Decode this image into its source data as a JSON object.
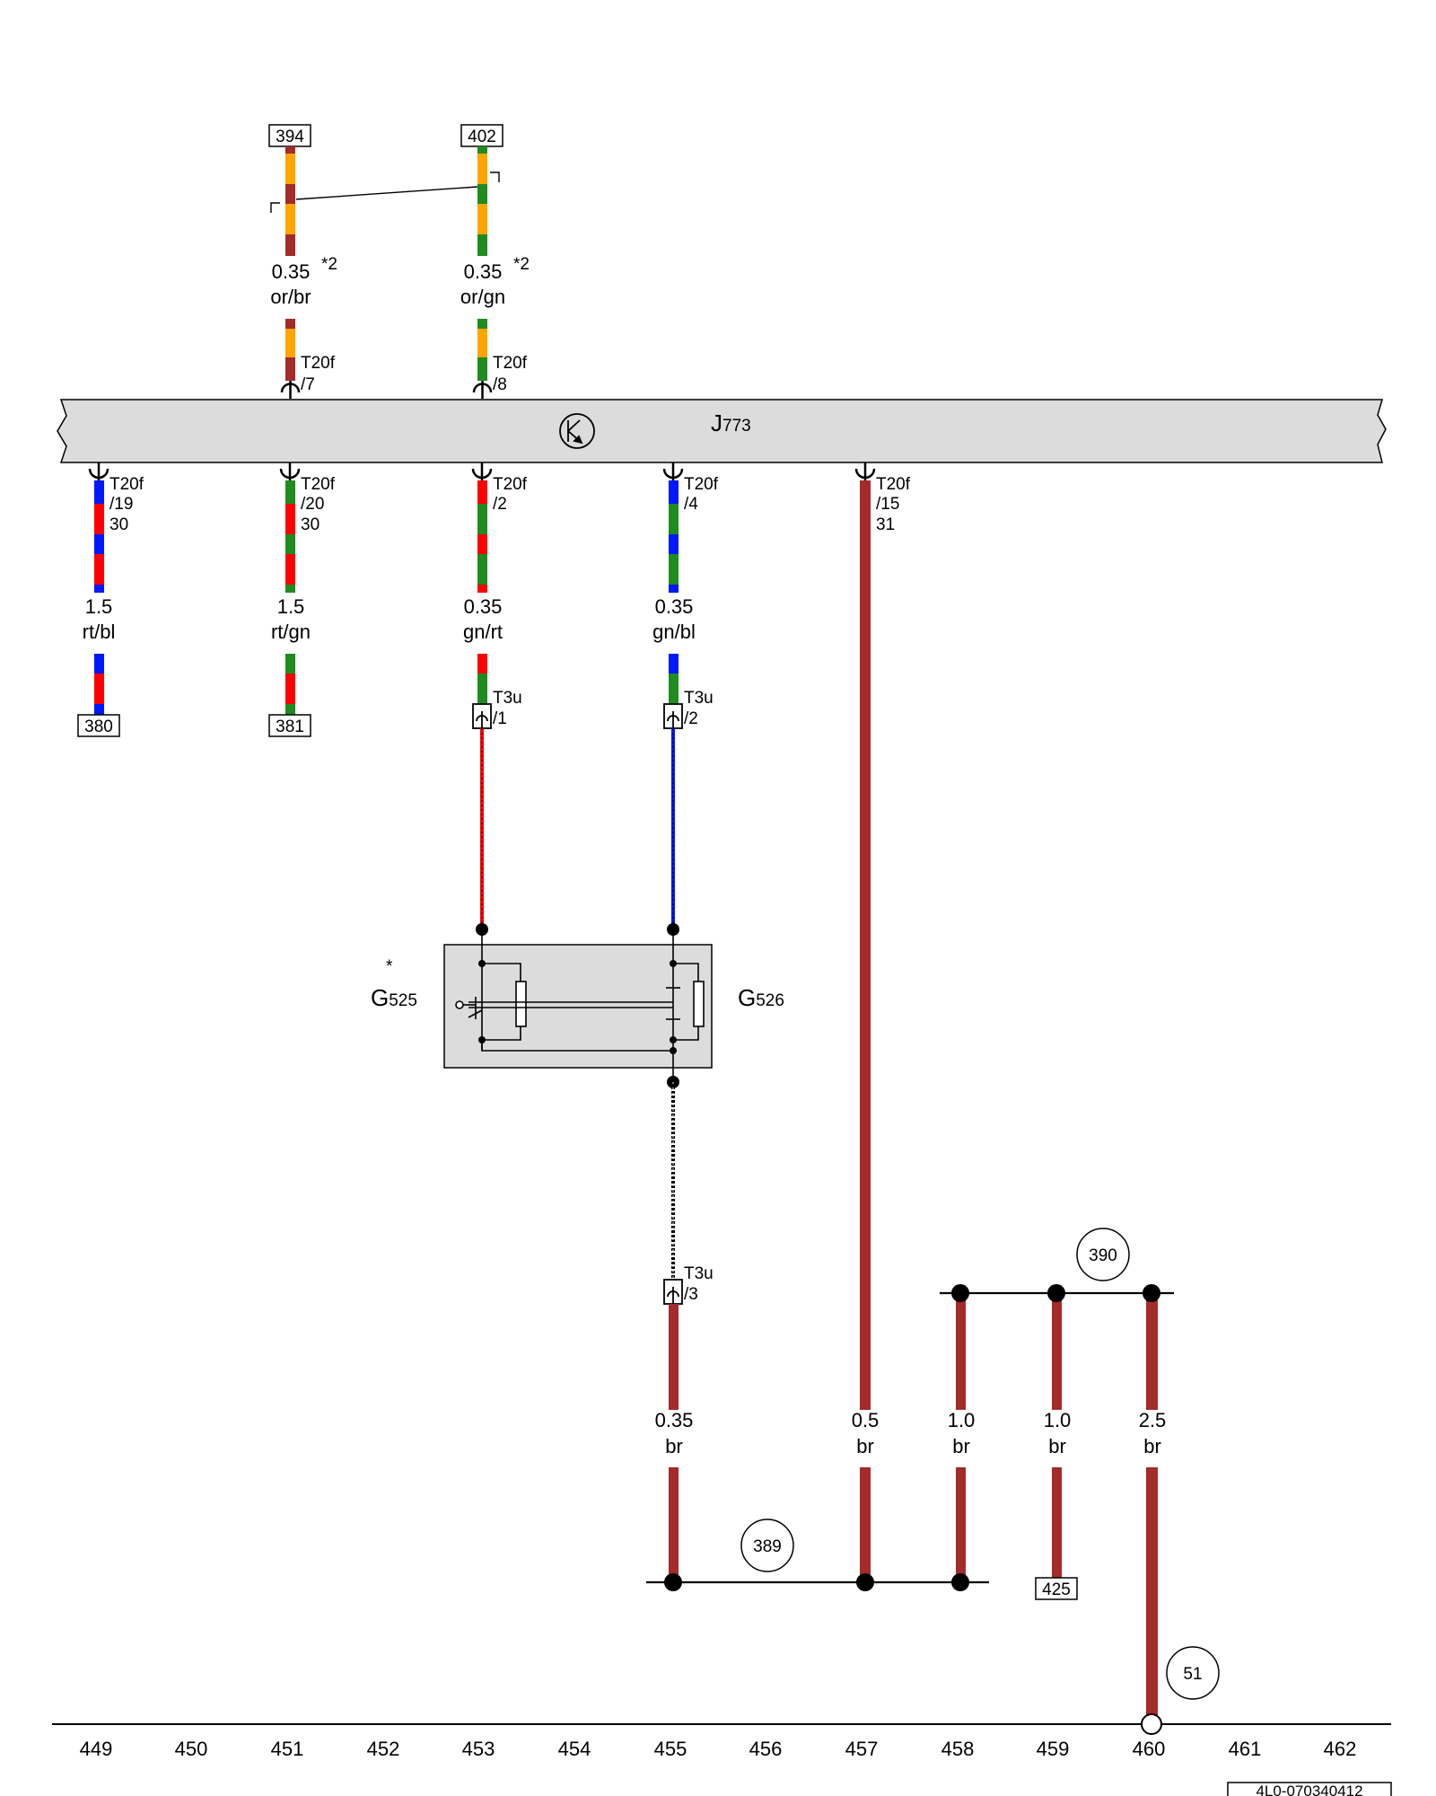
{
  "colors": {
    "or": "#FFA500",
    "br": "#A52A2A",
    "gn": "#1E8C1E",
    "rt": "#FF0000",
    "bl": "#0018FF",
    "black": "#000000",
    "unit_fill": "#DCDCDC"
  },
  "top_refs": [
    "394",
    "402"
  ],
  "top_wires": [
    {
      "size": "0.35",
      "code": "or/br",
      "note": "*2",
      "pin_name": "T20f",
      "pin_no": "/7"
    },
    {
      "size": "0.35",
      "code": "or/gn",
      "note": "*2",
      "pin_name": "T20f",
      "pin_no": "/8"
    }
  ],
  "control_unit": {
    "letter": "J",
    "sub": "773",
    "icon": "transistor-icon"
  },
  "bottom_pins": [
    {
      "name": "T20f",
      "no": "/19",
      "term": "30"
    },
    {
      "name": "T20f",
      "no": "/20",
      "term": "30"
    },
    {
      "name": "T20f",
      "no": "/2",
      "term": ""
    },
    {
      "name": "T20f",
      "no": "/4",
      "term": ""
    },
    {
      "name": "T20f",
      "no": "/15",
      "term": "31"
    }
  ],
  "mid_wires": [
    {
      "size": "1.5",
      "code": "rt/bl"
    },
    {
      "size": "1.5",
      "code": "rt/gn"
    },
    {
      "size": "0.35",
      "code": "gn/rt"
    },
    {
      "size": "0.35",
      "code": "gn/bl"
    }
  ],
  "bottom_refs": [
    "380",
    "381"
  ],
  "t3u_pins": [
    {
      "name": "T3u",
      "no": "/1"
    },
    {
      "name": "T3u",
      "no": "/2"
    },
    {
      "name": "T3u",
      "no": "/3"
    }
  ],
  "sensors": {
    "left": {
      "letter": "G",
      "sub": "525",
      "star": "*"
    },
    "right": {
      "letter": "G",
      "sub": "526"
    }
  },
  "low_wires": [
    {
      "size": "0.35",
      "code": "br"
    },
    {
      "size": "0.5",
      "code": "br"
    },
    {
      "size": "1.0",
      "code": "br"
    },
    {
      "size": "1.0",
      "code": "br"
    },
    {
      "size": "2.5",
      "code": "br"
    }
  ],
  "connections": {
    "c390": "390",
    "c389": "389",
    "c51": "51",
    "ref425": "425"
  },
  "axis": [
    "449",
    "450",
    "451",
    "452",
    "453",
    "454",
    "455",
    "456",
    "457",
    "458",
    "459",
    "460",
    "461",
    "462"
  ],
  "footer_code": "4L0-070340412"
}
